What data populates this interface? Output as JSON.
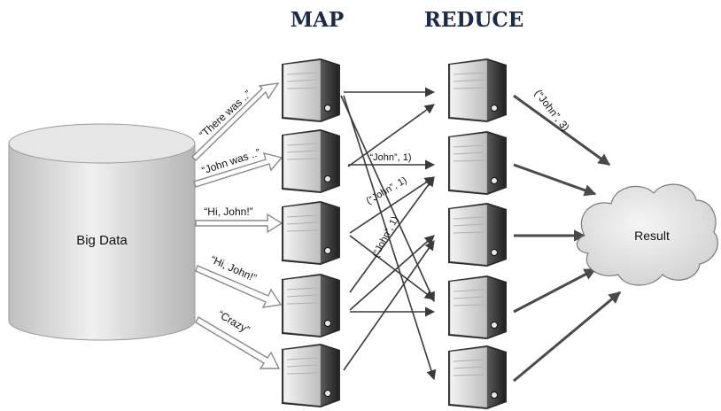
{
  "headers": {
    "map": "MAP",
    "reduce": "REDUCE"
  },
  "source": {
    "label": "Big Data"
  },
  "result": {
    "label": "Result"
  },
  "input_labels": [
    "“There was ..”",
    "“John was ..”",
    "“Hi, John!”",
    "“Hi, John!”",
    "“Crazy”"
  ],
  "pair_labels": [
    "“John”, 1)",
    "(“John”, 1)",
    "(“John”, 1)"
  ],
  "reduce_label": "(“John”, 3)",
  "colors": {
    "cylinder": "#d8d8d8",
    "server_dark": "#3c3c3c",
    "server_light": "#e2e2e2",
    "cloud": "#e4e4e4",
    "header": "#1c2a4a"
  }
}
